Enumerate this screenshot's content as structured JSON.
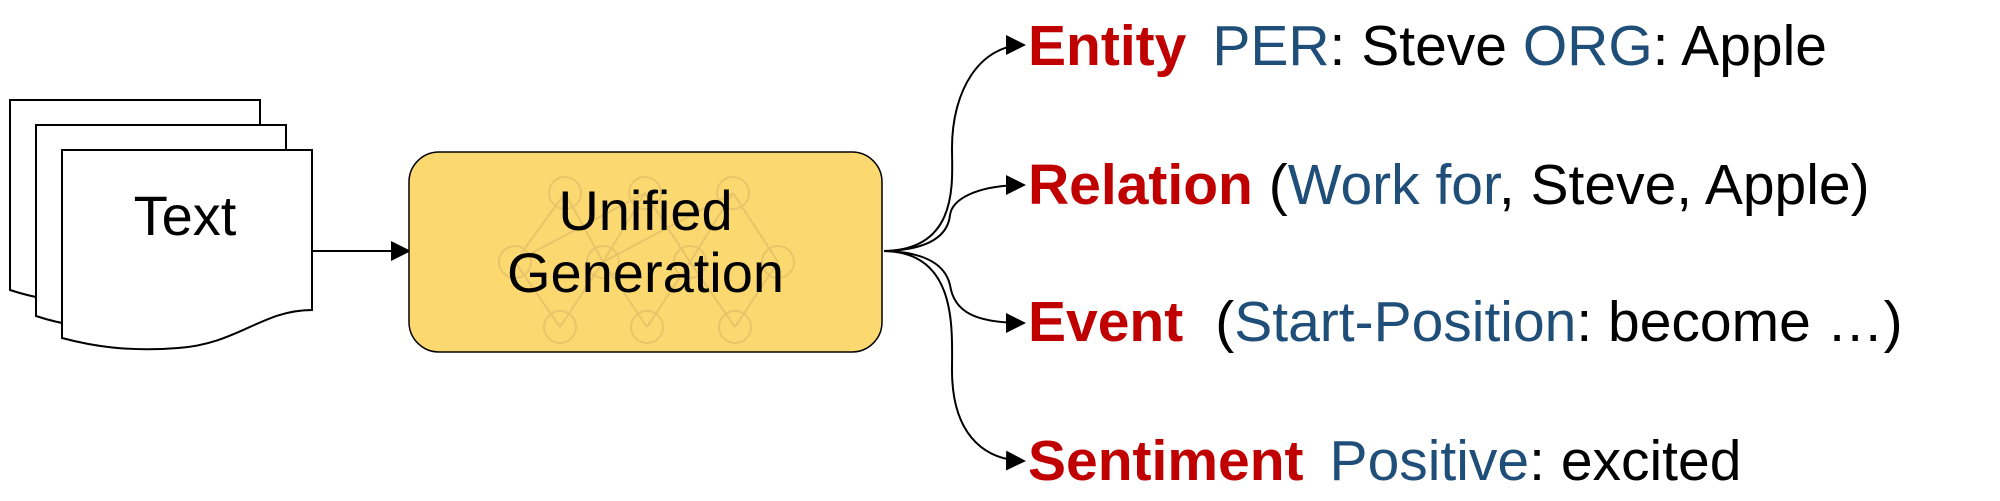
{
  "colors": {
    "keyword": "#c00000",
    "label": "#1f4e79",
    "text": "#000000",
    "box_fill": "#fcd970",
    "box_stroke": "#000000",
    "network_stroke": "#e8c46a"
  },
  "input": {
    "label": "Text"
  },
  "model": {
    "line1": "Unified",
    "line2": "Generation"
  },
  "outputs": {
    "entity": {
      "keyword": "Entity",
      "label1": "PER",
      "sep1": ": Steve ",
      "label2": "ORG",
      "sep2": ": Apple"
    },
    "relation": {
      "keyword": "Relation",
      "open": " (",
      "label": "Work for",
      "rest": ", Steve, Apple)"
    },
    "event": {
      "keyword": "Event",
      "open": "(",
      "label": "Start-Position",
      "rest": ": become …)"
    },
    "sentiment": {
      "keyword": "Sentiment",
      "label": "Positive",
      "rest": ": excited"
    }
  }
}
